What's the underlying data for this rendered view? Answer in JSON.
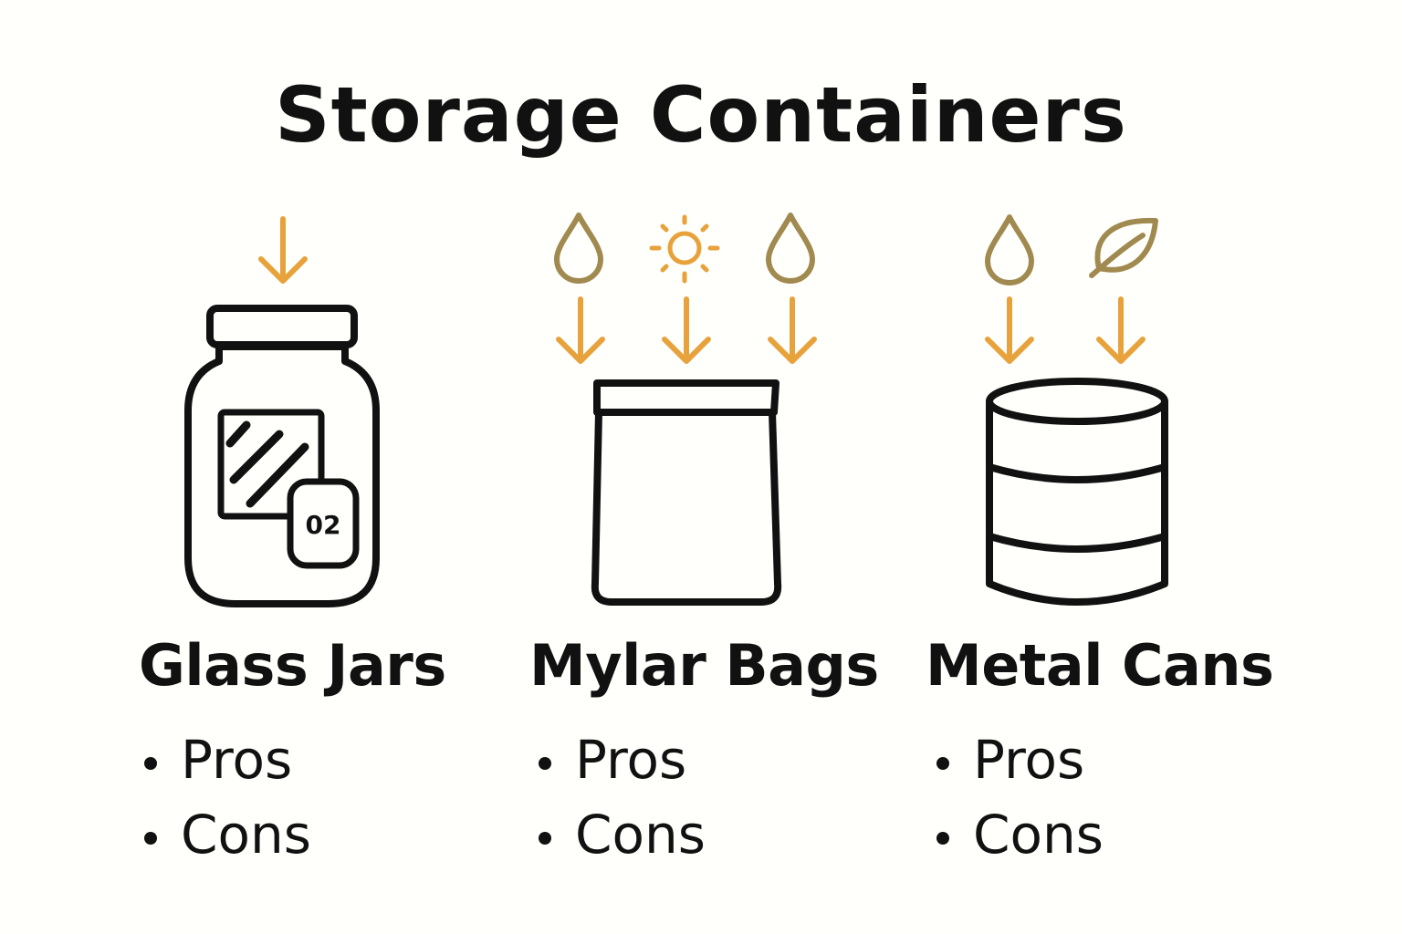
{
  "title": "Storage Containers",
  "colors": {
    "outline": "#111111",
    "arrow": "#e8a23b",
    "icon_muted": "#a18a50",
    "background": "#fffffc"
  },
  "columns": [
    {
      "label": "Glass Jars",
      "icons": [
        "down-arrow-icon"
      ],
      "container_icon": "glass-jar-icon",
      "jar_badge": "02",
      "bullets": [
        "Pros",
        "Cons"
      ]
    },
    {
      "label": "Mylar Bags",
      "icons": [
        "water-drop-icon",
        "sun-icon",
        "water-drop-icon",
        "down-arrow-icon",
        "down-arrow-icon",
        "down-arrow-icon"
      ],
      "container_icon": "mylar-bag-icon",
      "bullets": [
        "Pros",
        "Cons"
      ]
    },
    {
      "label": "Metal Cans",
      "icons": [
        "water-drop-icon",
        "leaf-icon",
        "down-arrow-icon",
        "down-arrow-icon"
      ],
      "container_icon": "metal-can-icon",
      "bullets": [
        "Pros",
        "Cons"
      ]
    }
  ]
}
